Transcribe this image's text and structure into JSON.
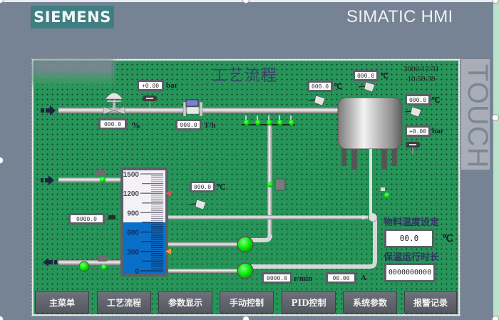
{
  "device": {
    "brand_logo": "SIEMENS",
    "product_name": "SIMATIC HMI",
    "side_label": "TOUCH"
  },
  "screen": {
    "title": "工艺流程",
    "date": "2000/12/31",
    "time": "10:59:39"
  },
  "inlet_line": {
    "pressure": {
      "value": "+0.00",
      "unit": "bar"
    },
    "valve_opening": {
      "value": "000.0",
      "unit": "%"
    },
    "flow": {
      "value": "000.0",
      "unit": "T/h"
    }
  },
  "tank": {
    "inlet_temp": {
      "value": "000.0",
      "unit": "℃"
    },
    "top_temp": {
      "value": "000.0",
      "unit": "℃"
    },
    "side_temp": {
      "value": "000.0",
      "unit": "℃"
    },
    "pressure": {
      "value": "+0.00",
      "unit": "bar"
    }
  },
  "level_gauge": {
    "scale_labels": [
      "1500",
      "1200",
      "900",
      "600",
      "300",
      "0"
    ],
    "max": 1500,
    "min": 0,
    "level_value": 750,
    "high_alarm": 1200,
    "low_alarm": 300,
    "colors": {
      "fill": "#0a6fc9",
      "empty": "#f4f2f6",
      "high_marker": "#e8505a",
      "low_marker": "#f0a020"
    },
    "temp": {
      "value": "000.0",
      "unit": "℃"
    },
    "volume": {
      "value": "0000.0"
    }
  },
  "pump": {
    "speed": {
      "value": "0000.0",
      "unit": "r/min"
    },
    "current": {
      "value": "00.00",
      "unit": "A"
    }
  },
  "settings": {
    "material_temp_label": "物料温度设定",
    "material_temp_value": "00.0",
    "material_temp_unit": "℃",
    "hold_time_label": "保温运行时长",
    "hold_time_value": "0000000000"
  },
  "nav": [
    {
      "label": "主菜单"
    },
    {
      "label": "工艺流程"
    },
    {
      "label": "参数显示"
    },
    {
      "label": "手动控制"
    },
    {
      "label": "PID控制"
    },
    {
      "label": "系统参数"
    },
    {
      "label": "报警记录"
    }
  ],
  "colors": {
    "screen_bg": "#27955a",
    "bezel": "#768394",
    "logo_bg": "#3f7f82",
    "status_on": "#00e600"
  }
}
